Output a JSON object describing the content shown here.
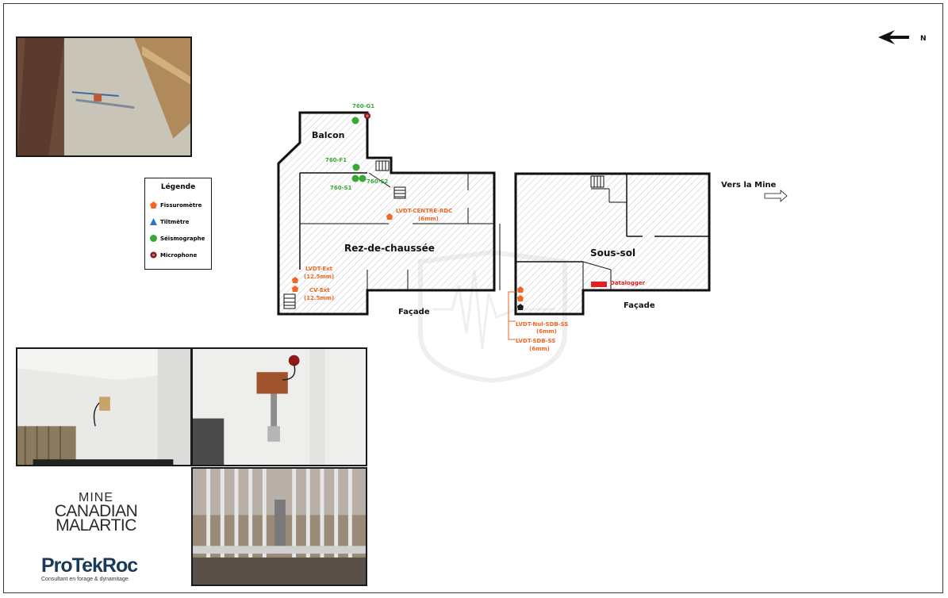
{
  "north_arrow": {
    "label": "N"
  },
  "direction_to_mine": {
    "label": "Vers la Mine"
  },
  "legend": {
    "title": "Légende",
    "items": [
      {
        "label": "Fissuromètre",
        "symbol": "pentagon",
        "color": "#f26522"
      },
      {
        "label": "Tiltmètre",
        "symbol": "triangle",
        "color": "#2e75c7"
      },
      {
        "label": "Séismographe",
        "symbol": "circle",
        "color": "#39a935"
      },
      {
        "label": "Microphone",
        "symbol": "ring",
        "color": "#7a1a1a"
      }
    ]
  },
  "rooms": {
    "balcon": "Balcon",
    "rdc": "Rez-de-chaussée",
    "sous_sol": "Sous-sol",
    "facade_left": "Façade",
    "facade_right": "Façade"
  },
  "sensors": {
    "g1": "760-G1",
    "f1": "760-F1",
    "s1": "760-S1",
    "s2": "760-S2",
    "lvdt_centre_1": "LVDT-CENTRE-RDC",
    "lvdt_centre_2": "(6mm)",
    "lvdt_ext_1": "LVDT-Ext",
    "lvdt_ext_2": "(12.5mm)",
    "cv_ext_1": "CV-Ext",
    "cv_ext_2": "(12.5mm)",
    "datalogger": "Datalogger",
    "lvdt_nul_1": "LVDT-Nul-SDB-SS",
    "lvdt_nul_2": "(6mm)",
    "lvdt_sdb_1": "LVDT-SDB-SS",
    "lvdt_sdb_2": "(6mm)"
  },
  "colors": {
    "fissurometre": "#f26522",
    "seismographe": "#39a935",
    "datalogger": "#e31e24",
    "wall": "#111111",
    "hatch": "#bdbdbd"
  },
  "logos": {
    "mine_line1": "MINE",
    "mine_line2": "CANADIAN",
    "mine_line3": "MALARTIC",
    "protekroc_name": "ProTekRoc",
    "protekroc_tagline": "Consultant en forage & dynamitage"
  }
}
